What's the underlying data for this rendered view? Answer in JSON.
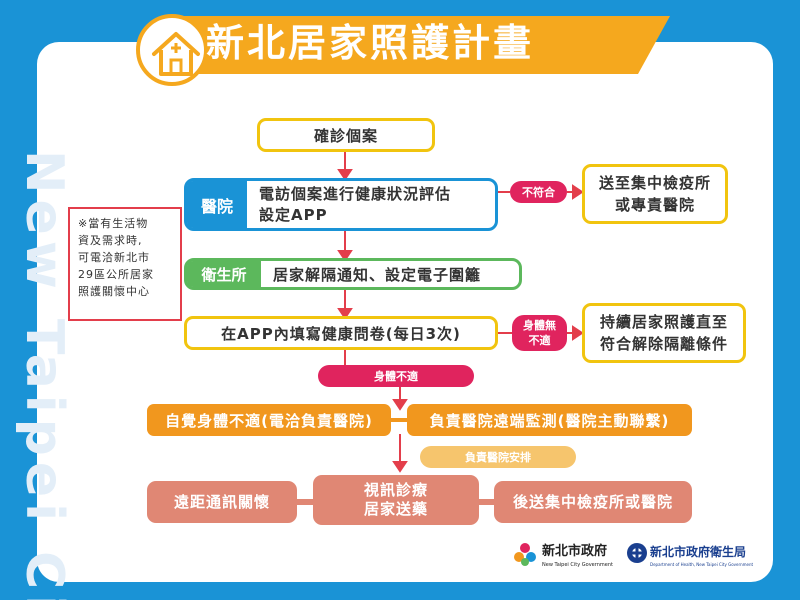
{
  "banner": {
    "title": "新北居家照護計畫"
  },
  "watermark": "New Taipei City",
  "flow": {
    "confirmed": "確診個案",
    "hospital_label": "醫院",
    "hospital_text_1": "電訪個案進行健康狀況評估",
    "hospital_text_2": "設定APP",
    "not_eligible": "不符合",
    "quarantine_1": "送至集中檢疫所",
    "quarantine_2": "或專責醫院",
    "health_label": "衛生所",
    "health_text": "居家解隔通知、設定電子圍籬",
    "questionnaire": "在APP內填寫健康問卷(每日3次)",
    "no_symptom_1": "身體無",
    "no_symptom_2": "不適",
    "continue_1": "持續居家照護直至",
    "continue_2": "符合解除隔離條件",
    "unwell": "身體不適",
    "self_unwell": "自覺身體不適(電洽負責醫院)",
    "remote_monitor": "負責醫院遠端監測(醫院主動聯繫)",
    "hospital_arrange": "負責醫院安排",
    "telecare": "遠距通訊關懷",
    "video_1": "視訊診療",
    "video_2": "居家送藥",
    "transfer": "後送集中檢疫所或醫院"
  },
  "note": {
    "lines": [
      "※當有生活物",
      "資及需求時,",
      "可電洽新北市",
      "29區公所居家",
      "照護關懷中心"
    ]
  },
  "logos": {
    "gov_name": "新北市政府",
    "gov_en": "New Taipei City Government",
    "health_name": "新北市政府衛生局",
    "health_en": "Department of Health, New Taipei City Government"
  },
  "colors": {
    "background_blue": "#1a93d6",
    "banner_yellow": "#f5a81e",
    "box_yellow": "#f1c40f",
    "green": "#5cb85c",
    "red": "#e0245e",
    "orange": "#f1971e",
    "salmon": "#e08774"
  },
  "icons": [
    "house-icon",
    "arrow-down-icon",
    "arrow-right-icon"
  ]
}
